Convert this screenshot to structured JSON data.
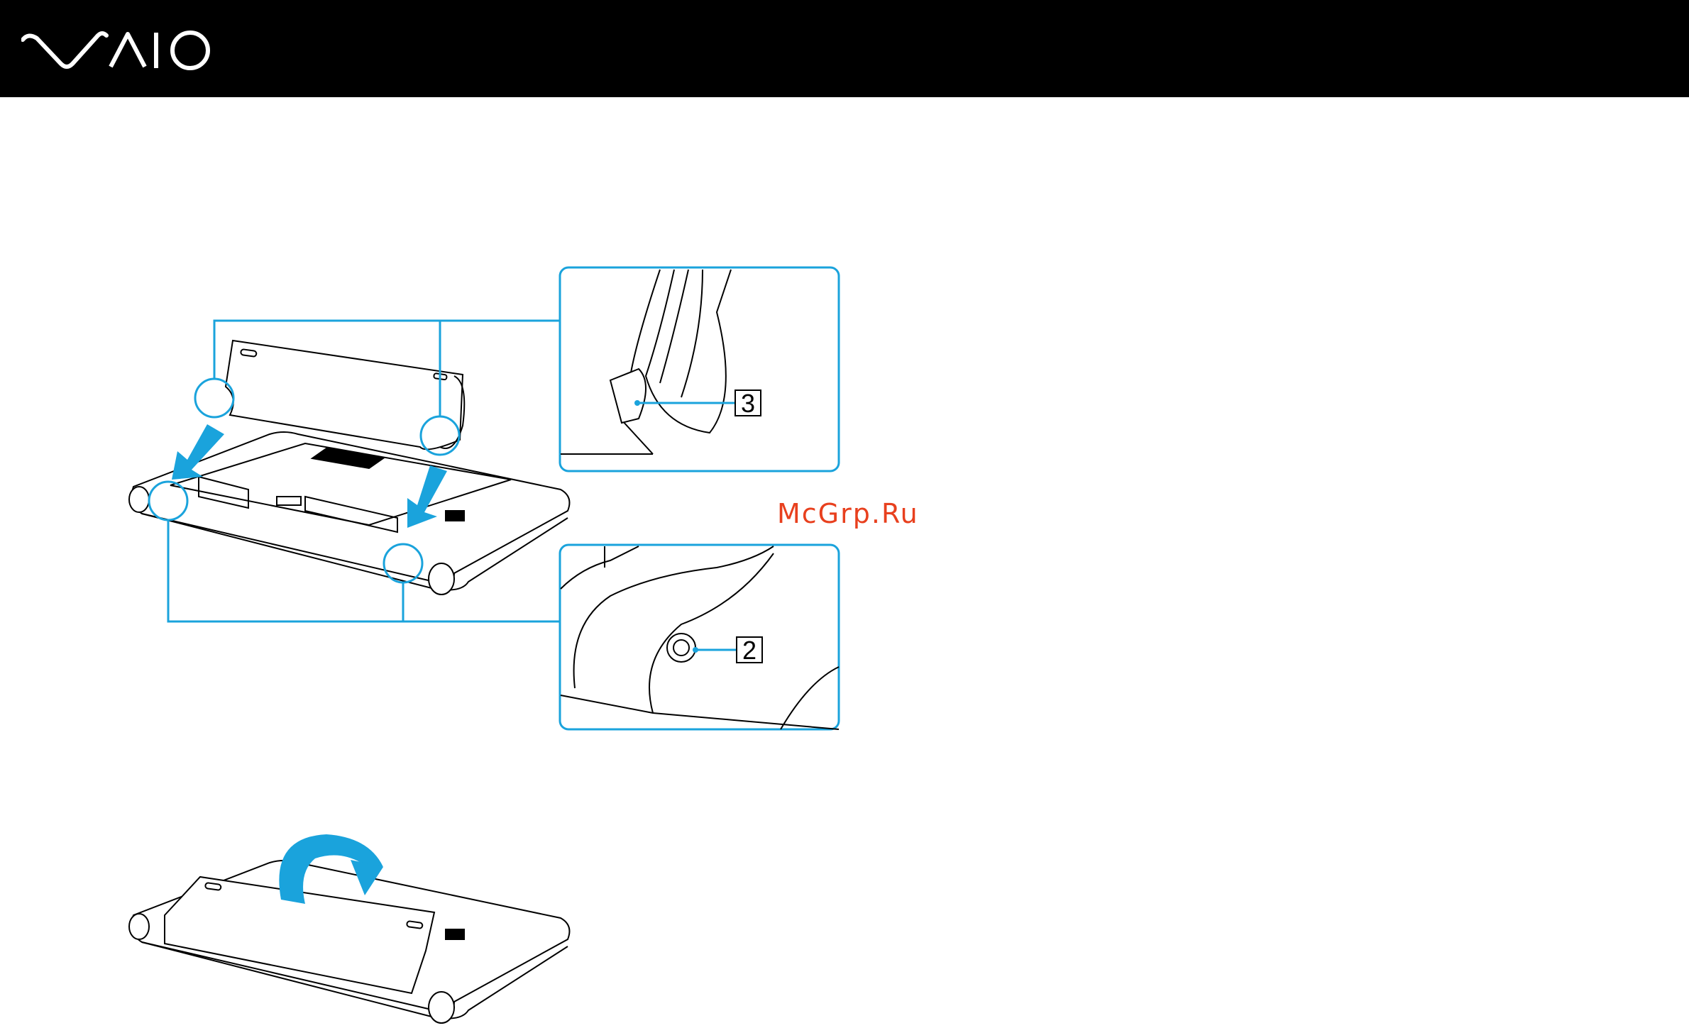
{
  "header": {
    "brand": "VAIO",
    "background": "#000000"
  },
  "watermark": {
    "text": "McGrp.Ru",
    "color": "#e8401e"
  },
  "figure1": {
    "callouts": [
      {
        "number": "3",
        "icon": "battery-latch-detail-icon"
      },
      {
        "number": "2",
        "icon": "battery-peg-detail-icon"
      }
    ],
    "arrows": [
      "down-arrow-icon",
      "down-arrow-icon"
    ]
  },
  "figure2": {
    "arrows": [
      "rotate-arrow-icon"
    ]
  },
  "colors": {
    "accent": "#1aa3dc",
    "line": "#000000"
  }
}
